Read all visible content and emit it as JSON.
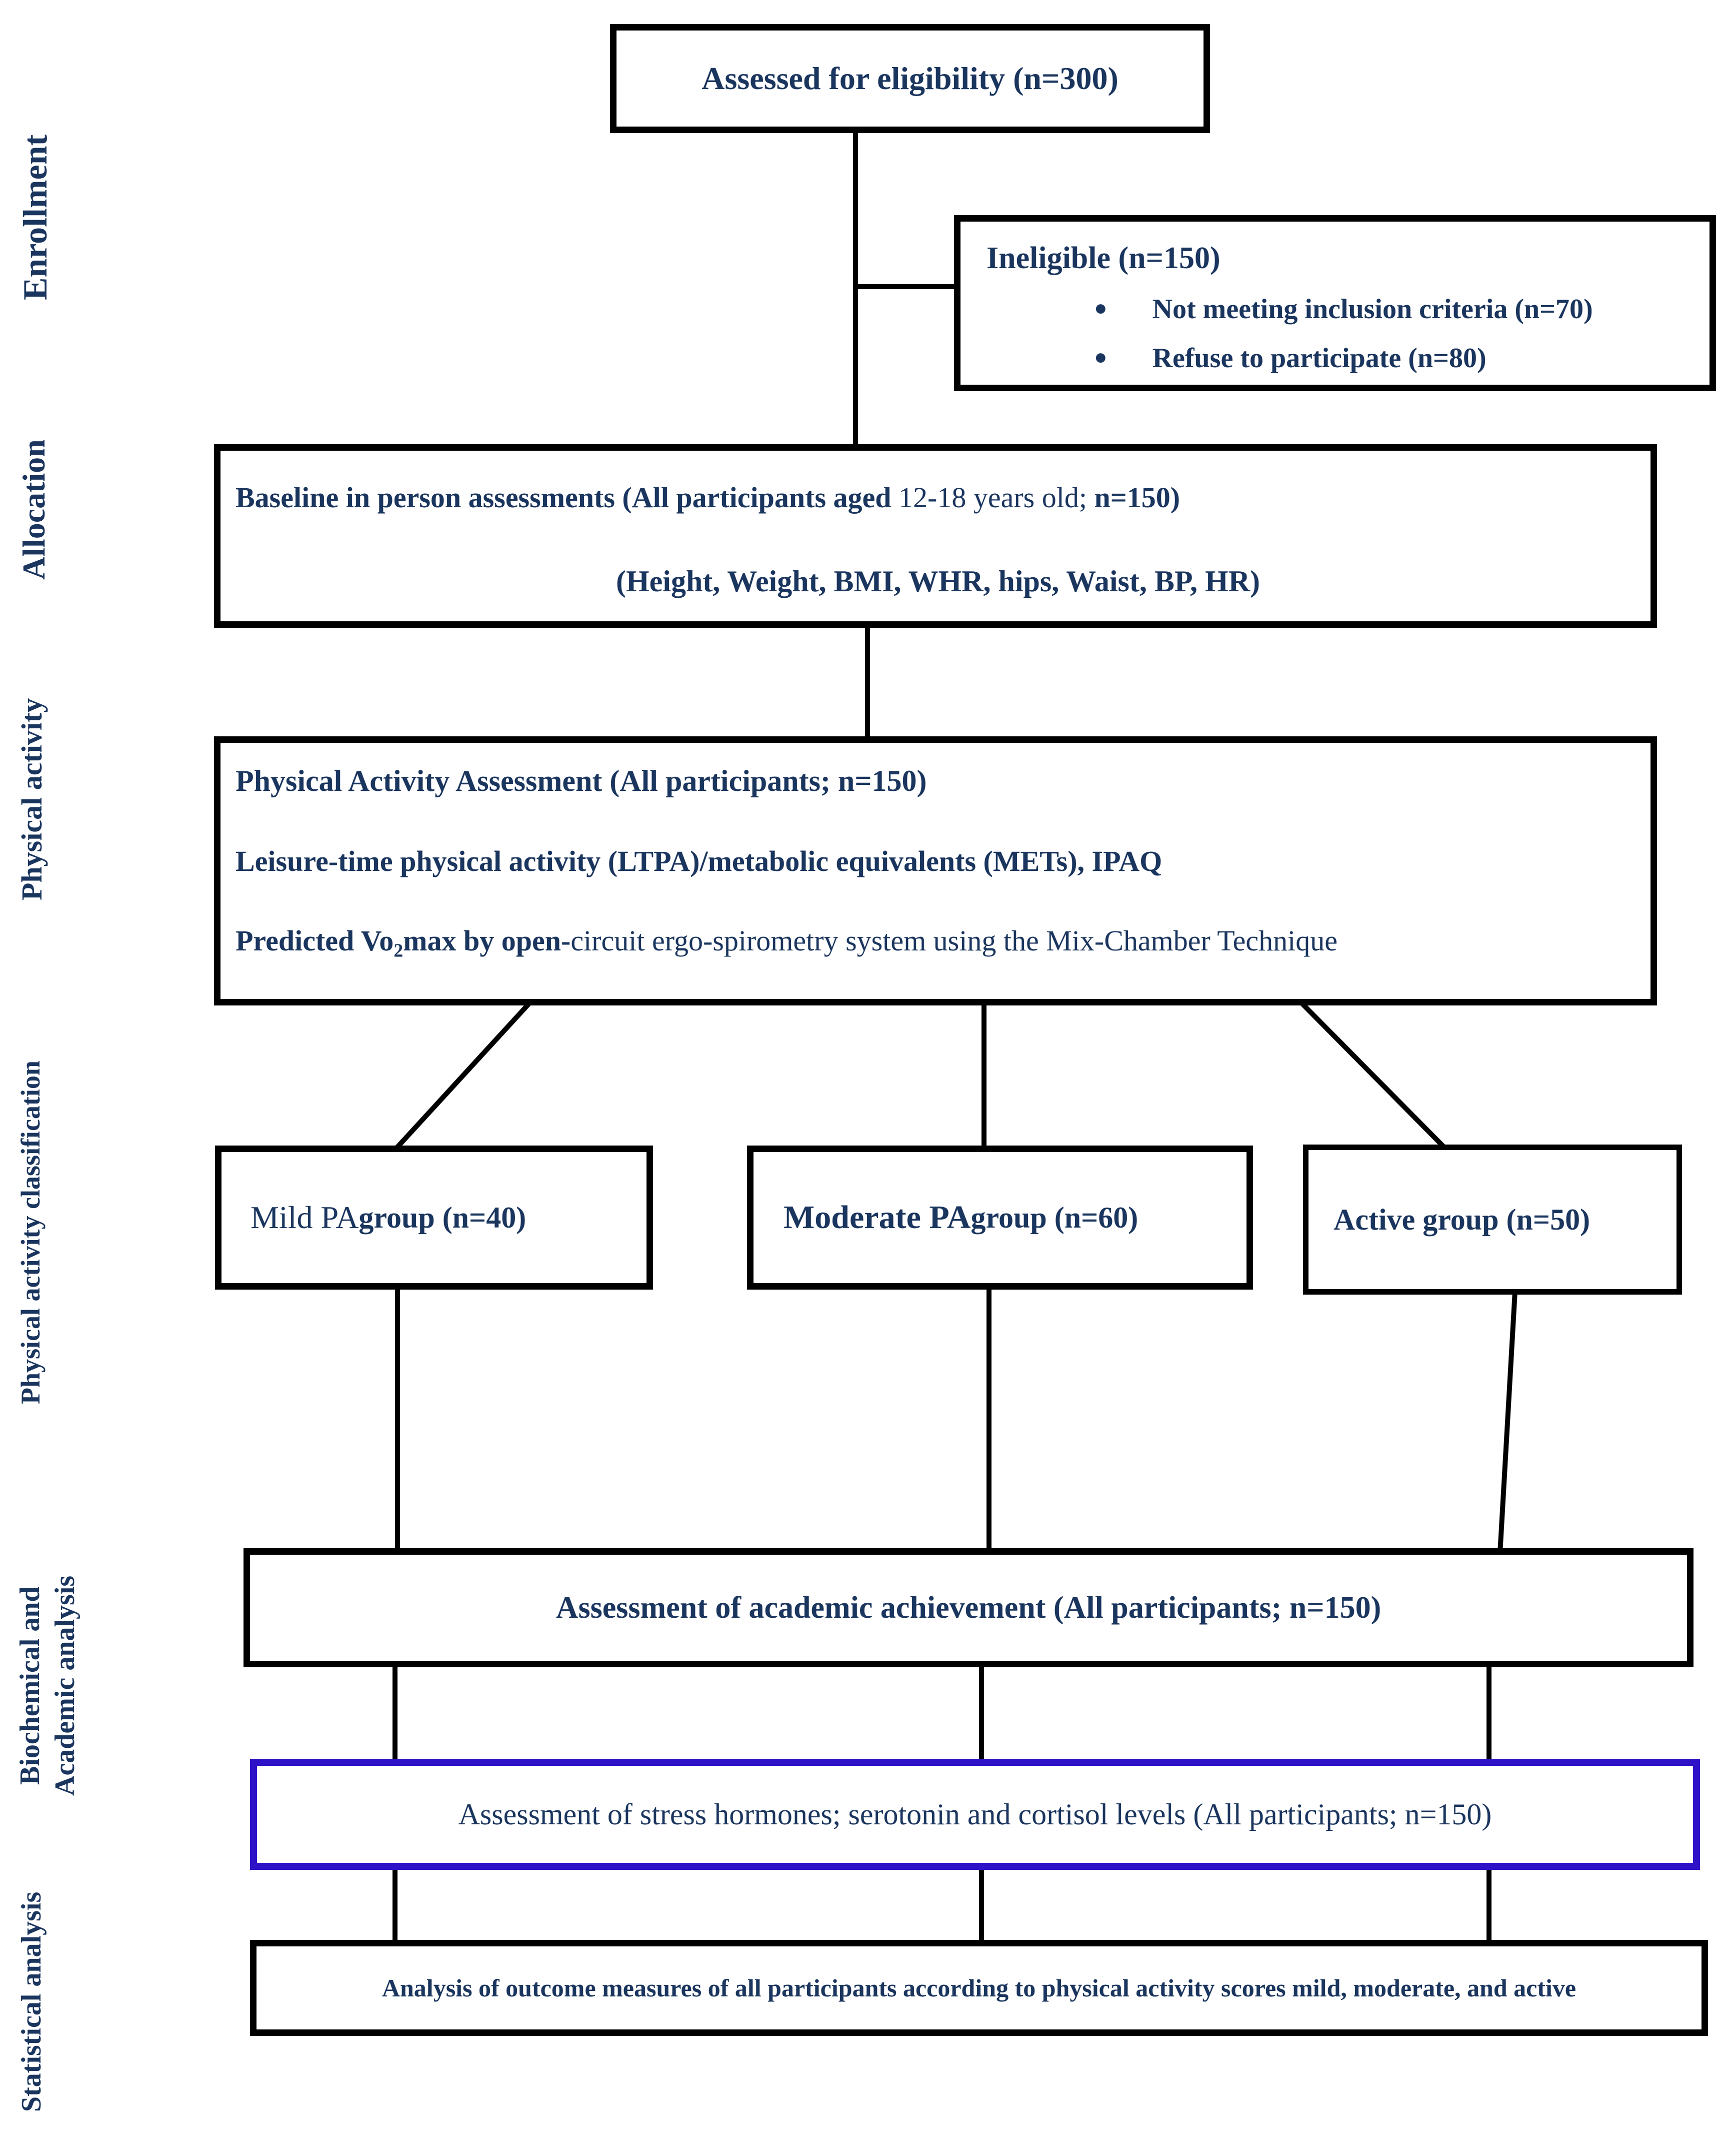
{
  "colors": {
    "text_navy": "#1A355E",
    "line_black": "#000000",
    "accent_blue_border": "#2E12C8",
    "background": "#ffffff"
  },
  "side_labels": {
    "enrollment": "Enrollment",
    "allocation": "Allocation",
    "physical_activity": "Physical activity",
    "classification": "Physical activity classification",
    "biochemical_line1": "Biochemical and",
    "biochemical_line2": "Academic analysis",
    "statistical": "Statistical analysis"
  },
  "boxes": {
    "assessed": "Assessed for eligibility (n=300)",
    "ineligible_title": "Ineligible (n=150)",
    "ineligible_bullet1": "Not meeting inclusion criteria (n=70)",
    "ineligible_bullet2": "Refuse to participate (n=80)",
    "baseline_l1a": "Baseline in person assessments (All participants aged ",
    "baseline_l1b": "12-18 years old; ",
    "baseline_l1c": "n=150)",
    "baseline_l2": "(Height, Weight, BMI, WHR, hips, Waist, BP, HR)",
    "pa_l1": "Physical Activity Assessment (All participants; n=150)",
    "pa_l2": "Leisure-time physical activity (LTPA)/metabolic equivalents (METs), IPAQ",
    "pa_l3a": "Predicted Vo",
    "pa_l3a_sub": "2",
    "pa_l3a2": "max by open-",
    "pa_l3b": "circuit ergo-spirometry system using the Mix-Chamber Technique",
    "mild_a": "Mild PA ",
    "mild_b": "group (n=40)",
    "moderate_a": "Moderate PA ",
    "moderate_b": "group (n=60)",
    "active": "Active group (n=50)",
    "academic": "Assessment of academic achievement (All participants; n=150)",
    "stress": "Assessment of stress hormones; serotonin and cortisol levels (All participants; n=150)",
    "outcome": "Analysis of outcome measures of all participants according to physical activity scores mild, moderate, and active"
  }
}
